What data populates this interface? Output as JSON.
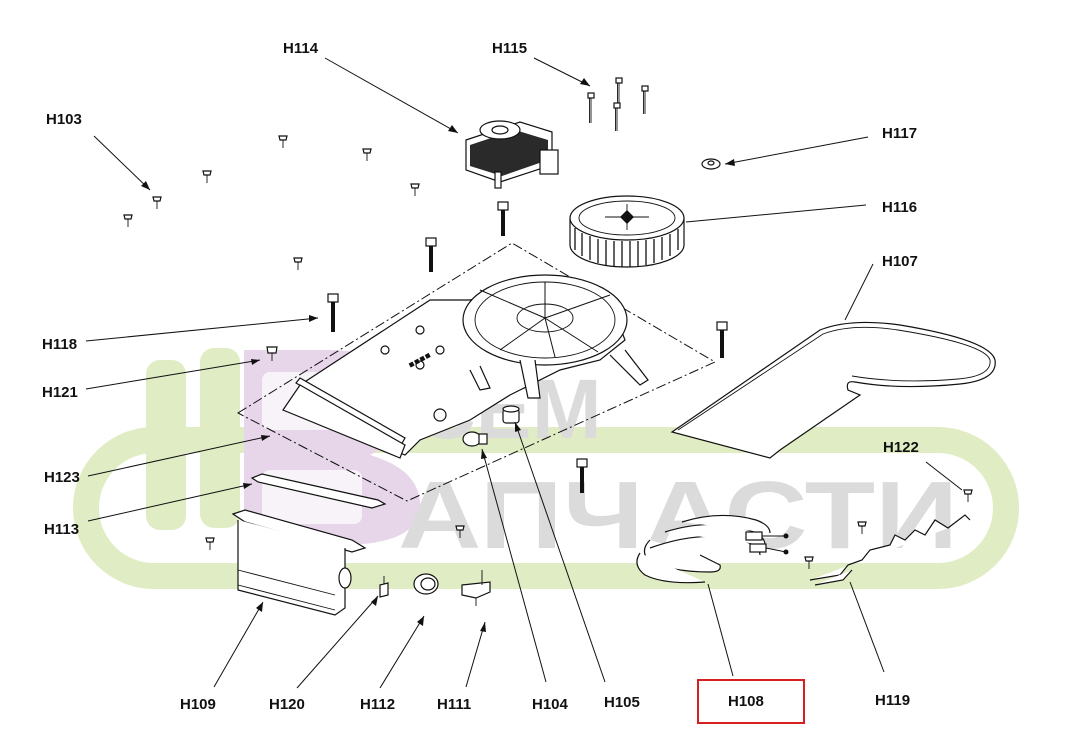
{
  "labels": {
    "h103": "H103",
    "h104": "H104",
    "h105": "H105",
    "h107": "H107",
    "h108": "H108",
    "h109": "H109",
    "h111": "H111",
    "h112": "H112",
    "h113": "H113",
    "h114": "H114",
    "h115": "H115",
    "h116": "H116",
    "h117": "H117",
    "h118": "H118",
    "h119": "H119",
    "h120": "H120",
    "h121": "H121",
    "h122": "H122",
    "h123": "H123"
  },
  "highlight": {
    "label": "H108",
    "color": "#d42020"
  },
  "watermark": {
    "line1": "СЕМ",
    "line2": "АПЧАСТИ",
    "green": "#d6e6b0",
    "purple": "#e0c8e4"
  }
}
